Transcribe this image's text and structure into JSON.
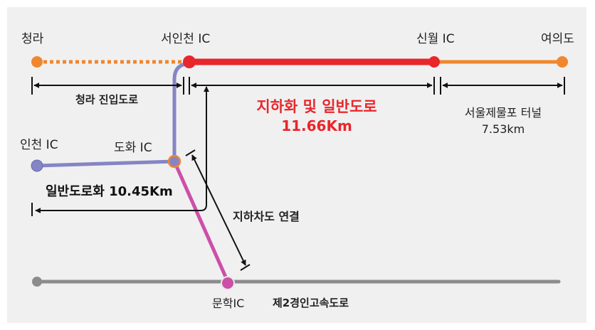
{
  "stations": {
    "cheongna": "청라",
    "seo_incheon_ic": "서인천 IC",
    "sinwol_ic": "신월 IC",
    "yeouido": "여의도",
    "incheon_ic": "인천 IC",
    "dohwa_ic": "도화 IC",
    "munhak_ic": "문학IC"
  },
  "segments": {
    "cheongna_access": "청라 진입도로",
    "underground_title": "지하화 및 일반도로",
    "underground_length": "11.66Km",
    "tunnel_title": "서울제물포 터널",
    "tunnel_length": "7.53km",
    "general_road": "일반도로화 10.45Km",
    "underpass": "지하차도 연결",
    "expressway": "제2경인고속도로"
  },
  "colors": {
    "background": "#f0f0f0",
    "red_route": "#e8262b",
    "orange_route": "#f0872e",
    "purple_route": "#8585c5",
    "magenta_route": "#cc4fa8",
    "gray_route": "#8c8c8c",
    "arrow": "#111111"
  }
}
